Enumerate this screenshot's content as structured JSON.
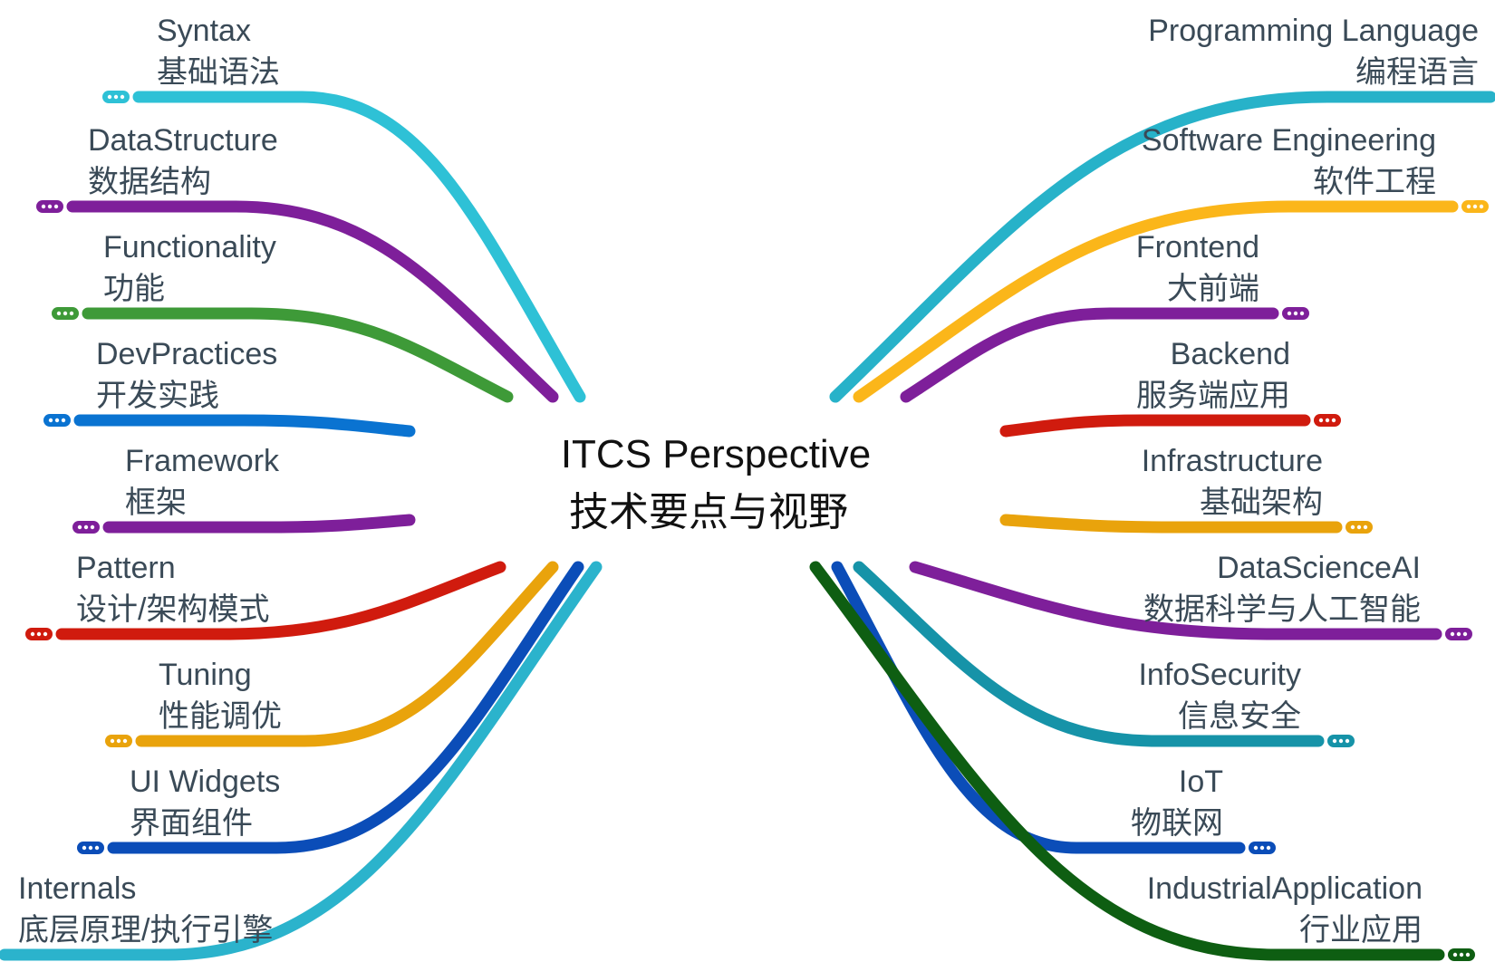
{
  "center": {
    "title": "ITCS Perspective",
    "subtitle": "技术要点与视野"
  },
  "left_branches": [
    {
      "en": "Syntax",
      "zh": "基础语法",
      "color": "#2EC1D6"
    },
    {
      "en": "DataStructure",
      "zh": "数据结构",
      "color": "#7E1F9A"
    },
    {
      "en": "Functionality",
      "zh": "功能",
      "color": "#3E9A38"
    },
    {
      "en": "DevPractices",
      "zh": "开发实践",
      "color": "#0A73D1"
    },
    {
      "en": "Framework",
      "zh": "框架",
      "color": "#7E1F9A"
    },
    {
      "en": "Pattern",
      "zh": "设计/架构模式",
      "color": "#D01B0E"
    },
    {
      "en": "Tuning",
      "zh": "性能调优",
      "color": "#E9A30C"
    },
    {
      "en": "UI Widgets",
      "zh": "界面组件",
      "color": "#0B4DB8"
    },
    {
      "en": "Internals",
      "zh": "底层原理/执行引擎",
      "color": "#2BB3CC"
    }
  ],
  "right_branches": [
    {
      "en": "Programming Language",
      "zh": "编程语言",
      "color": "#27B2C9"
    },
    {
      "en": "Software Engineering",
      "zh": "软件工程",
      "color": "#FBB61A"
    },
    {
      "en": "Frontend",
      "zh": "大前端",
      "color": "#7E1F9A"
    },
    {
      "en": "Backend",
      "zh": "服务端应用",
      "color": "#D01B0E"
    },
    {
      "en": "Infrastructure",
      "zh": "基础架构",
      "color": "#E9A30C"
    },
    {
      "en": "DataScienceAI",
      "zh": "数据科学与人工智能",
      "color": "#7E1F9A"
    },
    {
      "en": "InfoSecurity",
      "zh": "信息安全",
      "color": "#1693A8"
    },
    {
      "en": "IoT",
      "zh": "物联网",
      "color": "#0B4DB8"
    },
    {
      "en": "IndustrialApplication",
      "zh": "行业应用",
      "color": "#0E5E12"
    }
  ]
}
